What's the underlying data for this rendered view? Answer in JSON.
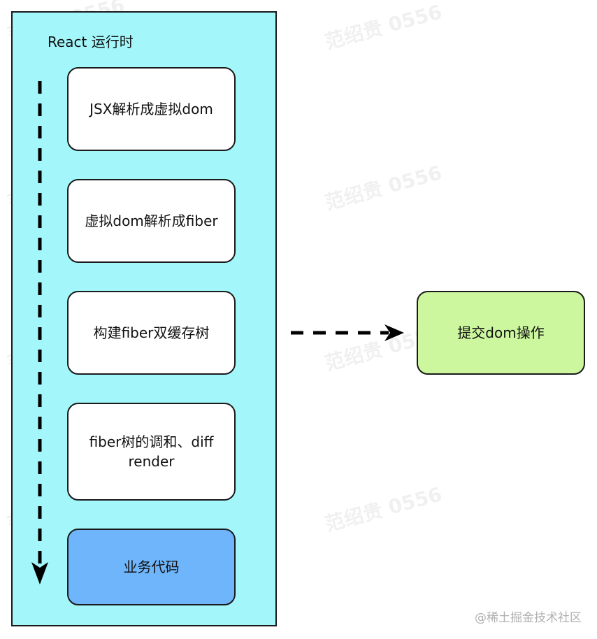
{
  "container": {
    "title": "React 运行时",
    "fill": "#a3f7fb"
  },
  "steps": [
    {
      "lines": [
        "JSX解析成虚拟dom"
      ],
      "fill": "#ffffff"
    },
    {
      "lines": [
        "虚拟dom解析成fiber"
      ],
      "fill": "#ffffff"
    },
    {
      "lines": [
        "构建fiber双缓存树"
      ],
      "fill": "#ffffff"
    },
    {
      "lines": [
        "fiber树的调和、diff",
        "render"
      ],
      "fill": "#ffffff"
    },
    {
      "lines": [
        "业务代码"
      ],
      "fill": "#6fb5fb"
    }
  ],
  "commit_node": {
    "label": "提交dom操作",
    "fill": "#ccf79e"
  },
  "watermark": {
    "text": "范绍贵 0556"
  },
  "credit": "@稀土掘金技术社区"
}
